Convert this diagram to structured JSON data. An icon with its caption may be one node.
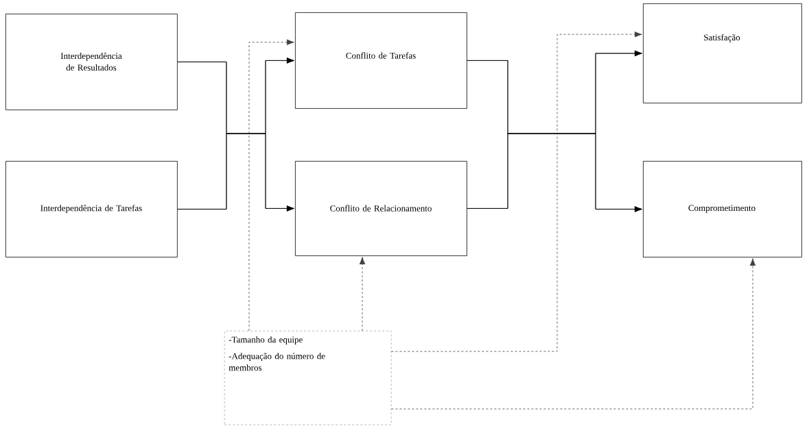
{
  "diagram": {
    "nodes": [
      {
        "text": [
          "Interdependência de Resultados"
        ]
      },
      {
        "text": [
          "Interdependência de Tarefas"
        ]
      },
      {
        "text": [
          "Conflito de Tarefas"
        ]
      },
      {
        "text": [
          "Conflito de Relacionamento"
        ]
      },
      {
        "text": [
          "Satisfação"
        ]
      },
      {
        "text": [
          "Comprometimento"
        ]
      },
      {
        "text": [
          "-Tamanho da equipe",
          "-Adequação do número de membros"
        ]
      }
    ],
    "edges": [
      {
        "from": 0,
        "to": 2,
        "arrow": "to"
      },
      {
        "from": 0,
        "to": 3,
        "arrow": "to"
      },
      {
        "from": 1,
        "to": 2,
        "arrow": "to"
      },
      {
        "from": 1,
        "to": 3,
        "arrow": "to"
      },
      {
        "from": 2,
        "to": 4,
        "arrow": "to"
      },
      {
        "from": 2,
        "to": 5,
        "arrow": "to"
      },
      {
        "from": 3,
        "to": 4,
        "arrow": "to"
      },
      {
        "from": 3,
        "to": 5,
        "arrow": "to"
      },
      {
        "from": 6,
        "to": 2,
        "arrow": "to",
        "style": "dashed"
      },
      {
        "from": 6,
        "to": 3,
        "arrow": "to",
        "style": "dashed"
      },
      {
        "from": 6,
        "to": 4,
        "arrow": "to",
        "style": "dashed"
      },
      {
        "from": 6,
        "to": 5,
        "arrow": "to",
        "style": "dashed"
      }
    ]
  }
}
